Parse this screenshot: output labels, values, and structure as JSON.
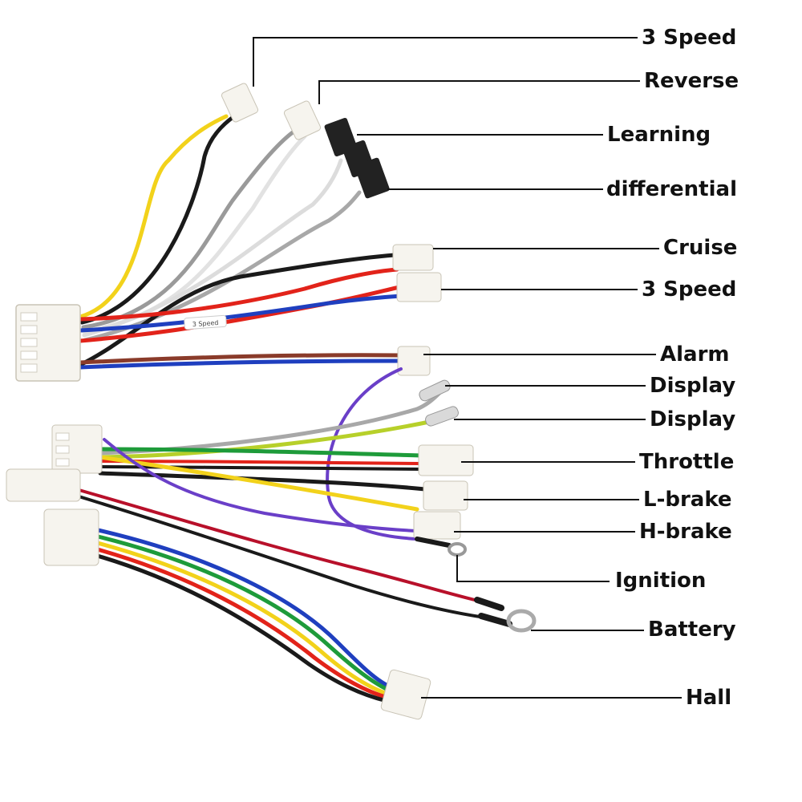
{
  "title": "",
  "labels": {
    "speed3_top": "3 Speed",
    "reverse": "Reverse",
    "learning": "Learning",
    "differential": "differential",
    "cruise": "Cruise",
    "speed3_mid": "3 Speed",
    "alarm": "Alarm",
    "display1": "Display",
    "display2": "Display",
    "throttle": "Throttle",
    "lbrake": "L-brake",
    "hbrake": "H-brake",
    "ignition": "Ignition",
    "battery": "Battery",
    "hall": "Hall"
  },
  "wire_tag": "3 Speed",
  "colors": {
    "yellow": "#f2d21b",
    "black": "#1a1a1a",
    "gray": "#9a9a9a",
    "white": "#e9e9e9",
    "red": "#e2231a",
    "blue": "#1f3fbf",
    "brown": "#8a3b2a",
    "green": "#1e9b3a",
    "purple": "#6a3fc8",
    "connector": "#f6f4ee",
    "leader": "#111111"
  }
}
